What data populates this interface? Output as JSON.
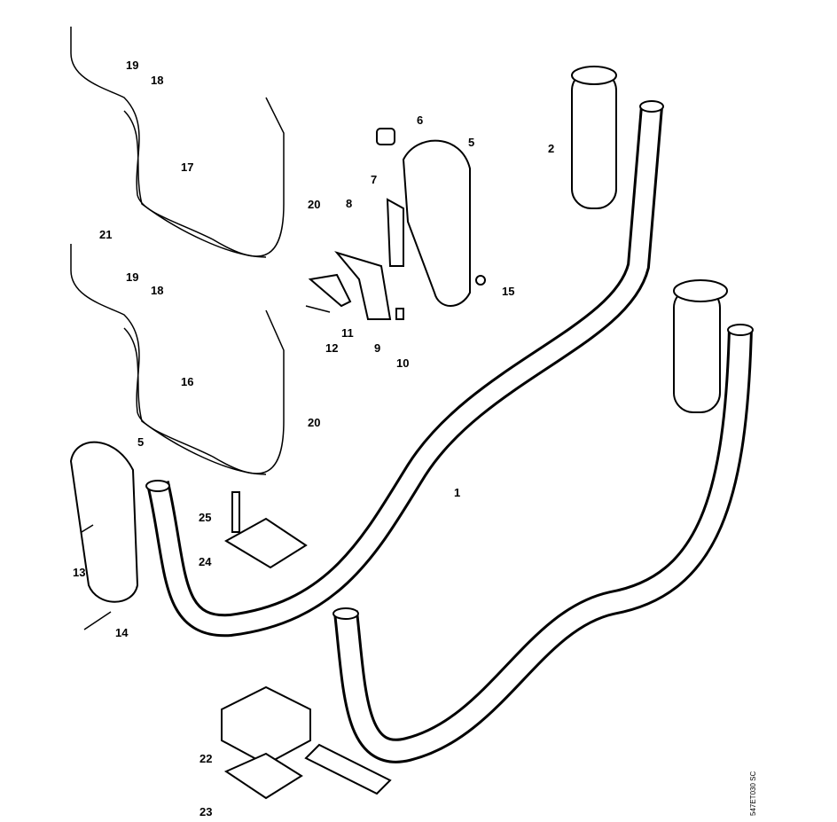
{
  "drawing_code": "547ET030 SC",
  "callouts": [
    "19",
    "18",
    "17",
    "20",
    "21",
    "19",
    "18",
    "16",
    "20",
    "6",
    "5",
    "7",
    "8",
    "15",
    "12",
    "11",
    "9",
    "10",
    "2",
    "5",
    "1",
    "25",
    "24",
    "13",
    "14",
    "22",
    "23"
  ]
}
